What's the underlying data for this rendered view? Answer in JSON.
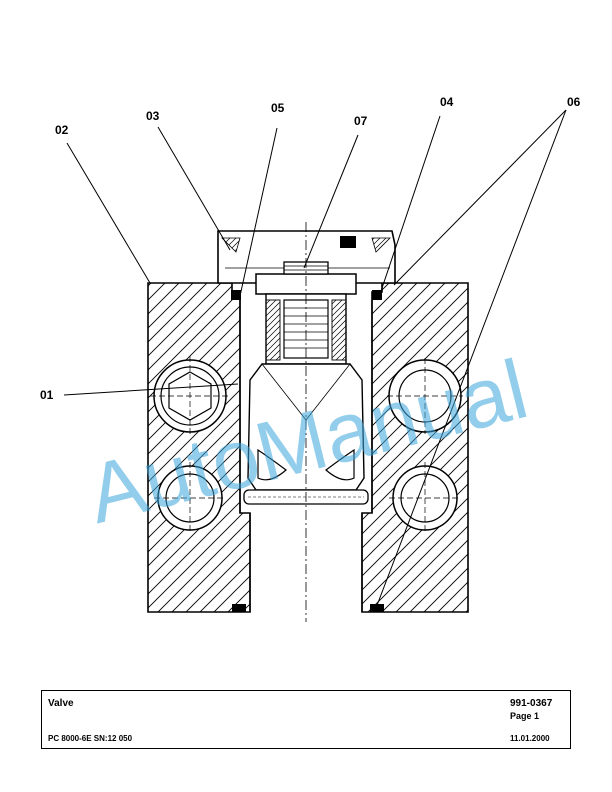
{
  "diagram": {
    "callouts": {
      "c01": "01",
      "c02": "02",
      "c03": "03",
      "c04": "04",
      "c05": "05",
      "c06": "06",
      "c07": "07"
    },
    "watermark": "AutoManual"
  },
  "title_block": {
    "name": "Valve",
    "model": "PC 8000-6E SN:12 050",
    "document_number": "991-0367",
    "page": "Page 1",
    "date": "11.01.2000"
  }
}
